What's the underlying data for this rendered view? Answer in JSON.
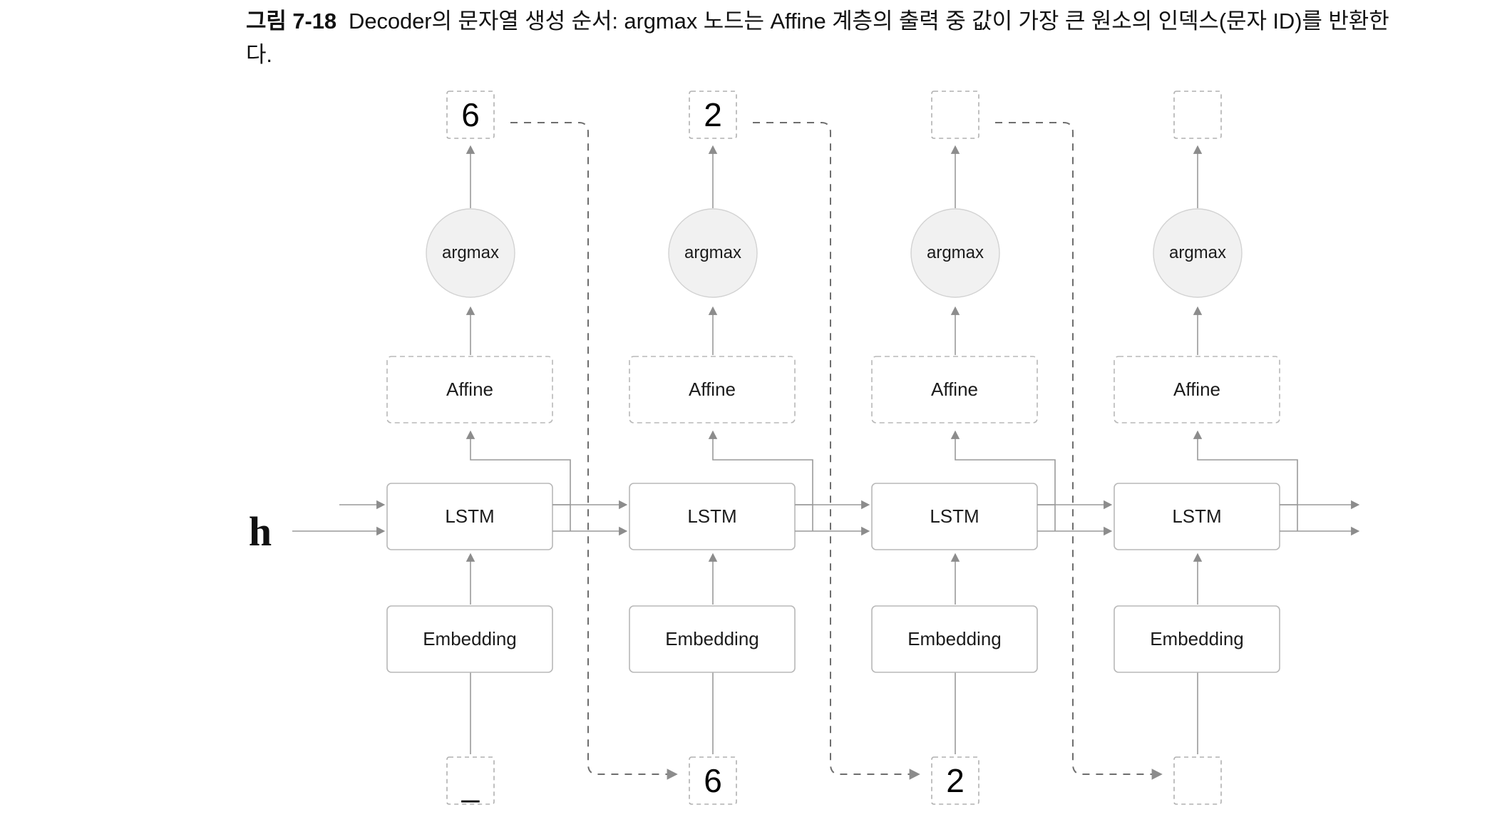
{
  "caption": {
    "label": "그림 7-18",
    "text": "Decoder의 문자열 생성 순서: argmax 노드는 Affine 계층의 출력 중 값이 가장 큰 원소의 인덱스(문자 ID)를 반환한다."
  },
  "diagram": {
    "title": "Decoder character generation sequence",
    "hidden_state_label": "h",
    "colors": {
      "box_border": "#b8b8b8",
      "dashed_border": "#a8a8a8",
      "circle_fill": "#f1f1f1",
      "circle_border": "#cfcfcf",
      "arrow": "#8c8c8c",
      "feedback_line": "#6e6e6e",
      "text": "#1b1b1b",
      "background": "#ffffff"
    },
    "layer_names": {
      "embedding": "Embedding",
      "lstm": "LSTM",
      "affine": "Affine",
      "argmax": "argmax"
    },
    "timesteps": [
      {
        "index": 0,
        "input_token": "_",
        "embedding": "Embedding",
        "lstm": "LSTM",
        "affine": "Affine",
        "argmax": "argmax",
        "output_token": "6"
      },
      {
        "index": 1,
        "input_token": "6",
        "embedding": "Embedding",
        "lstm": "LSTM",
        "affine": "Affine",
        "argmax": "argmax",
        "output_token": "2"
      },
      {
        "index": 2,
        "input_token": "2",
        "embedding": "Embedding",
        "lstm": "LSTM",
        "affine": "Affine",
        "argmax": "argmax",
        "output_token": ""
      },
      {
        "index": 3,
        "input_token": "",
        "embedding": "Embedding",
        "lstm": "LSTM",
        "affine": "Affine",
        "argmax": "argmax",
        "output_token": ""
      }
    ]
  }
}
